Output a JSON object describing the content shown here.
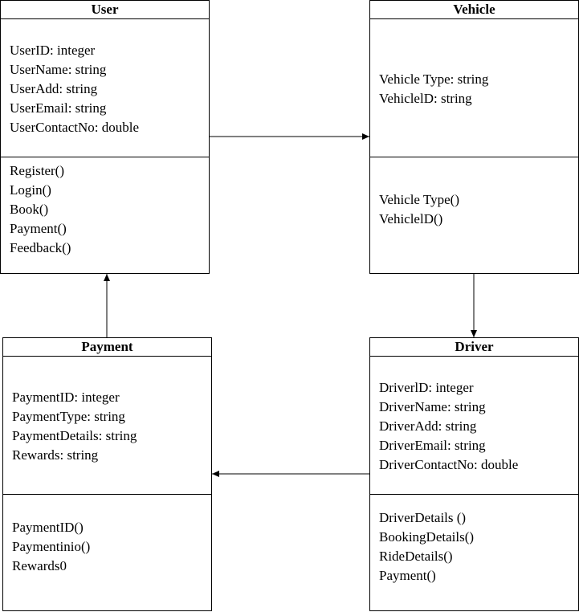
{
  "classes": {
    "user": {
      "name": "User",
      "attributes": [
        "UserID: integer",
        "UserName: string",
        "UserAdd: string",
        "UserEmail: string",
        "UserContactNo: double"
      ],
      "methods": [
        "Register()",
        "Login()",
        "Book()",
        "Payment()",
        "Feedback()"
      ]
    },
    "vehicle": {
      "name": "Vehicle",
      "attributes": [
        "Vehicle Type: string",
        "VehiclelD: string"
      ],
      "methods": [
        "Vehicle Type()",
        "VehiclelD()"
      ]
    },
    "payment": {
      "name": "Payment",
      "attributes": [
        "PaymentID: integer",
        "PaymentType: string",
        "PaymentDetails: string",
        "Rewards: string"
      ],
      "methods": [
        "PaymentID()",
        "Paymentinio()",
        "Rewards0"
      ]
    },
    "driver": {
      "name": "Driver",
      "attributes": [
        "DriverlD: integer",
        "DriverName: string",
        "DriverAdd: string",
        "DriverEmail: string",
        "DriverContactNo: double"
      ],
      "methods": [
        "DriverDetails ()",
        "BookingDetails()",
        "RideDetails()",
        "Payment()"
      ]
    }
  },
  "connections": [
    {
      "from": "User",
      "to": "Vehicle"
    },
    {
      "from": "Vehicle",
      "to": "Driver"
    },
    {
      "from": "Driver",
      "to": "Payment"
    },
    {
      "from": "Payment",
      "to": "User"
    }
  ]
}
